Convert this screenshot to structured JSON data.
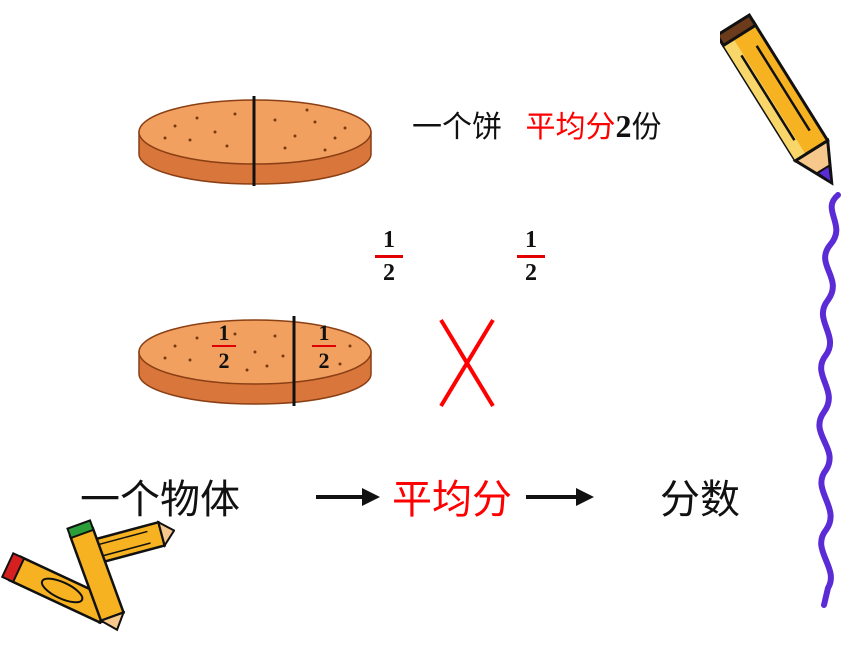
{
  "colors": {
    "accent_red": "#ff0000",
    "cake_top": "#f2a060",
    "cake_side": "#d9763b",
    "wave_purple": "#5b2bd6"
  },
  "icons": [
    "cake-icon",
    "pencil-icon",
    "crayons-icon",
    "wave-border",
    "cross-mark-icon",
    "arrow-icon"
  ],
  "line1": {
    "prefix": "一个饼",
    "highlight": "平均分",
    "number": "2",
    "suffix": "份"
  },
  "fractions_top": [
    {
      "num": "1",
      "den": "2"
    },
    {
      "num": "1",
      "den": "2"
    }
  ],
  "fractions_cake": [
    {
      "num": "1",
      "den": "2"
    },
    {
      "num": "1",
      "den": "2"
    }
  ],
  "flow": {
    "object": "一个物体",
    "action": "平均分",
    "result": "分数"
  }
}
